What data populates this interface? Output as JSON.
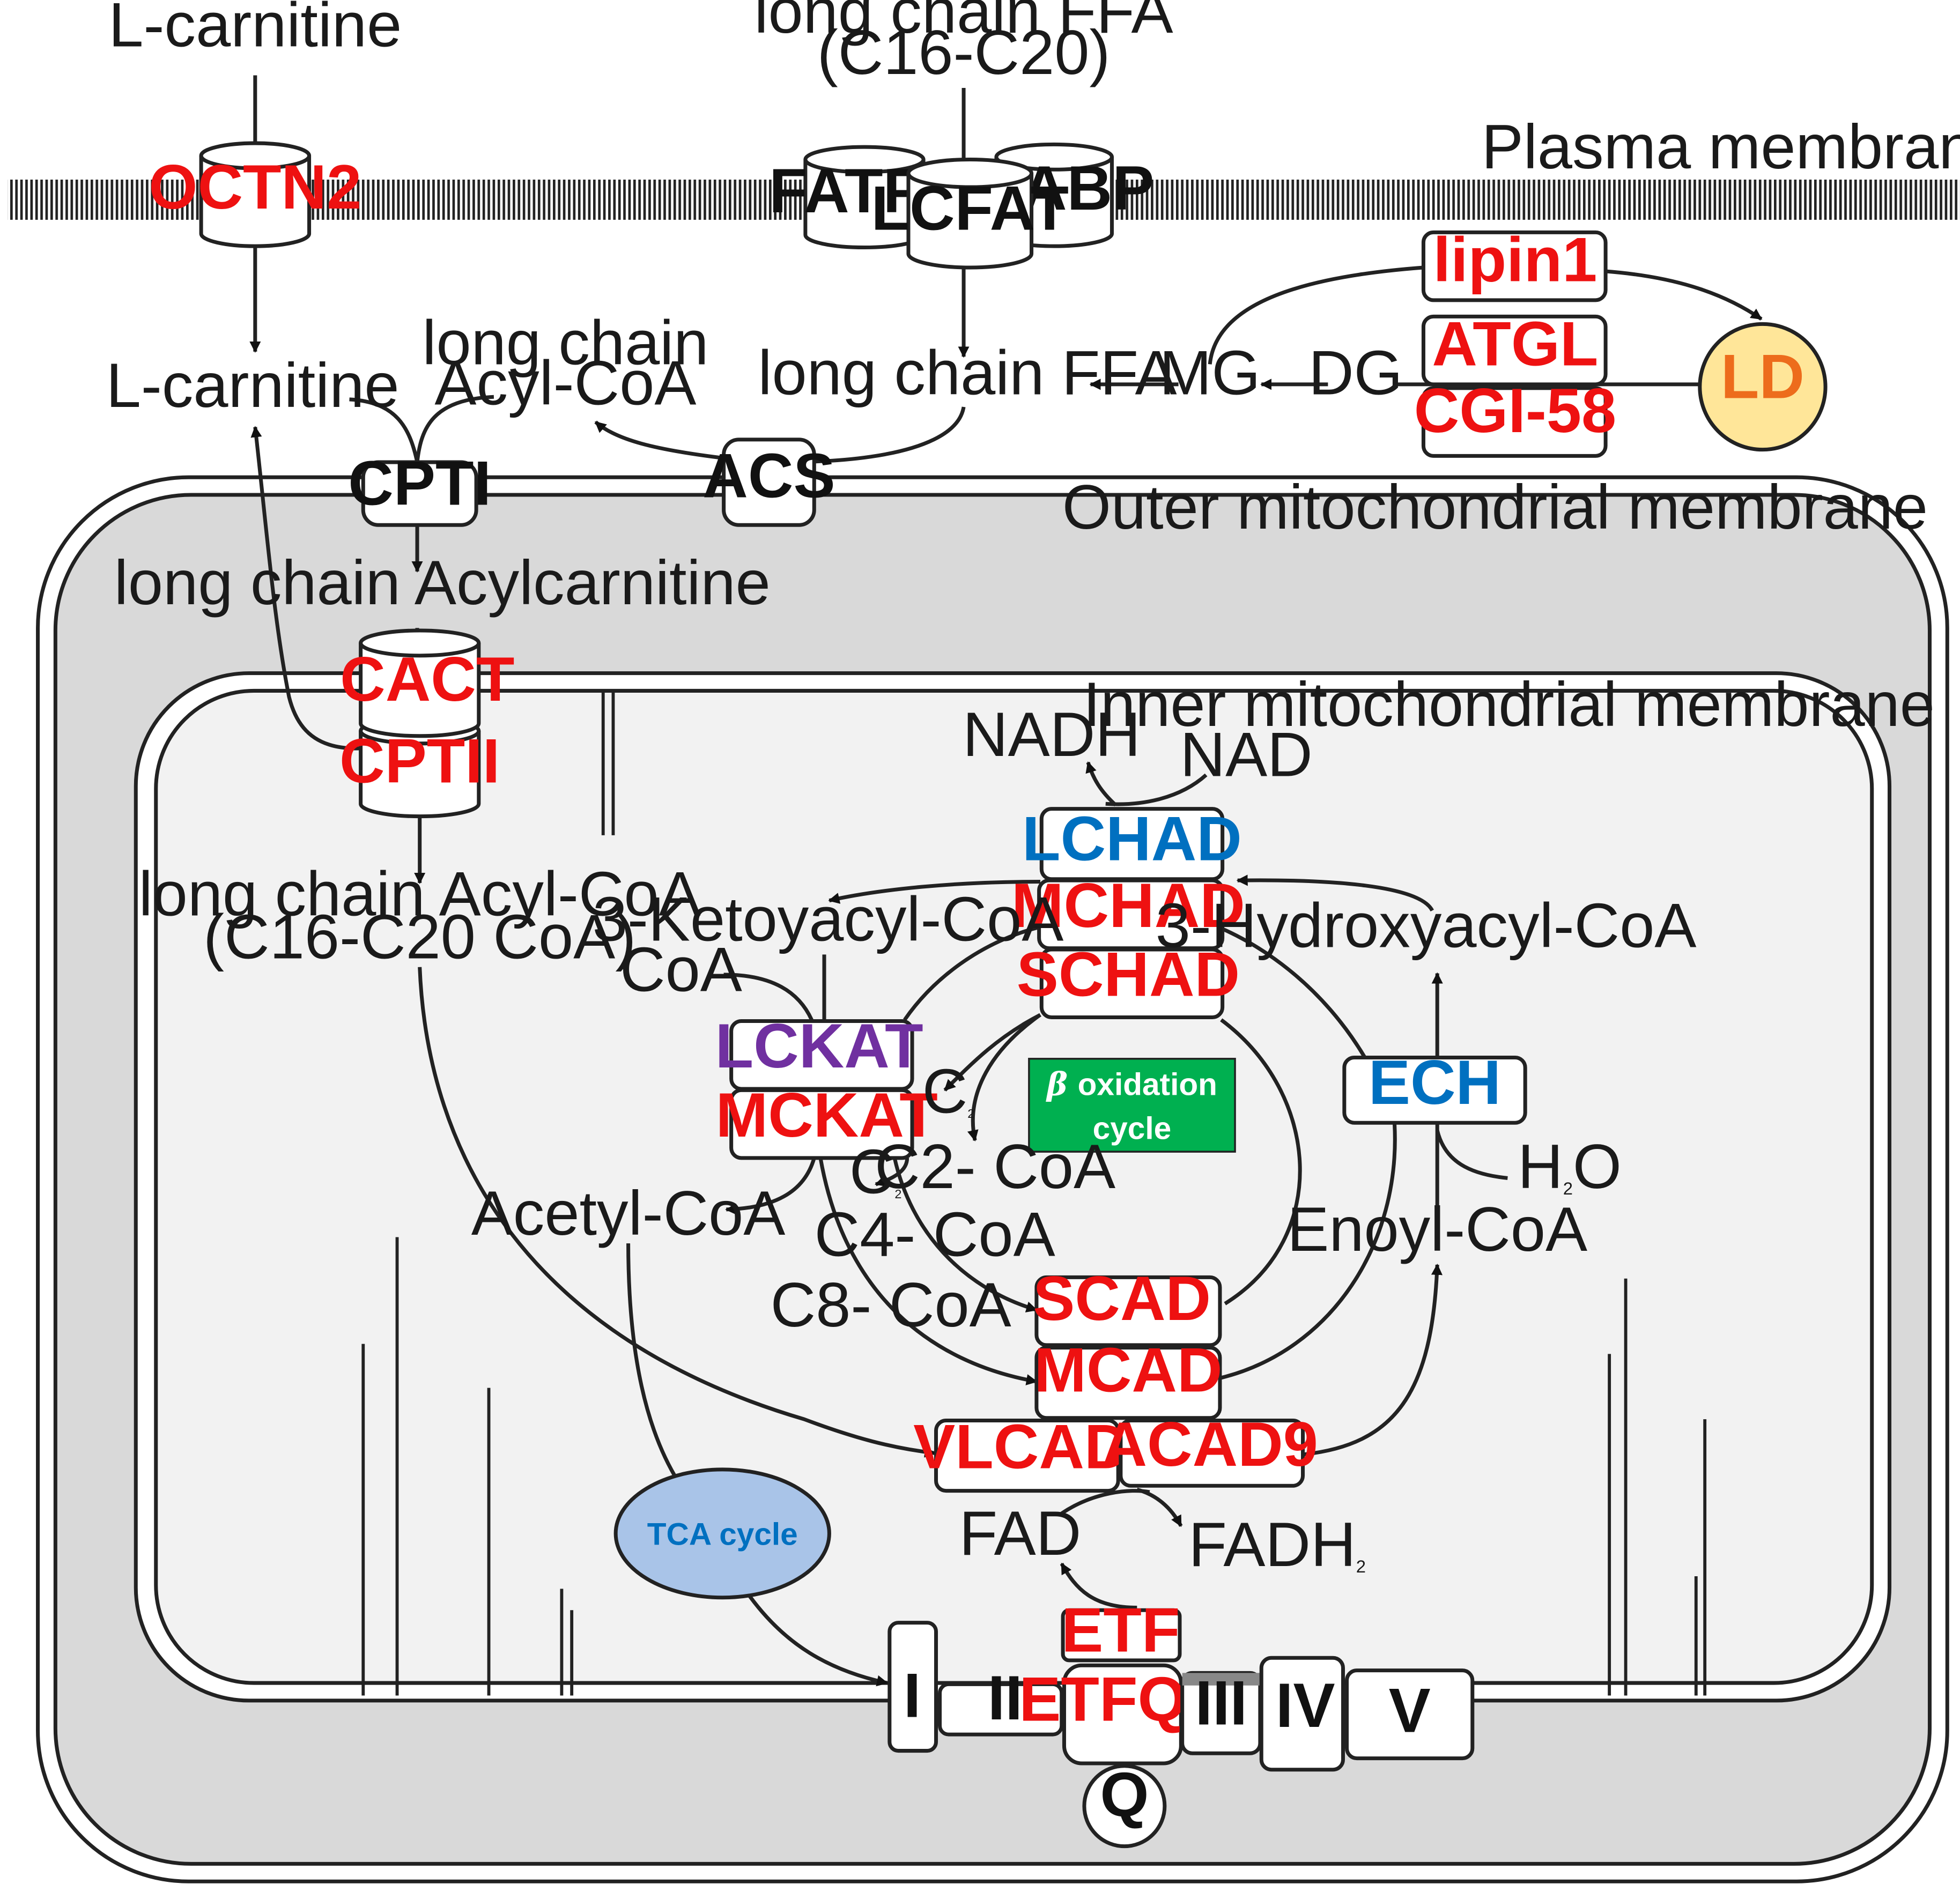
{
  "labels": {
    "l_carnitine_top": "L-carnitine",
    "l_carnitine_mid": "L-carnitine",
    "ffa_top_1": "long chain FFA",
    "ffa_top_2": "(C16-C20)",
    "plasma_membrane": "Plasma membrane",
    "outer_membrane": "Outer mitochondrial membrane",
    "inner_membrane": "Inner mitochondrial membrane",
    "acylcoa_1": "long chain",
    "acylcoa_2": "Acyl-CoA",
    "ffa_mid": "long chain FFA",
    "mg": "MG",
    "dg": "DG",
    "acylcarnitine": "long chain Acylcarnitine",
    "acylcoa_in_1": "long chain Acyl-CoA",
    "acylcoa_in_2": "(C16-C20 CoA)",
    "nadh": "NADH",
    "nad": "NAD",
    "ketoacyl": "3-Ketoyacyl-CoA",
    "hydroxyacyl": "3-Hydroxyacyl-CoA",
    "coa": "CoA",
    "c2_a": "C",
    "c2_b": "C",
    "c2_sub": "2",
    "c2coa": "C2- CoA",
    "acetylcoa": "Acetyl-CoA",
    "c4coa": "C4- CoA",
    "c8coa": "C8- CoA",
    "enoyl": "Enoyl-CoA",
    "h2o_h": "H",
    "h2o_sub": "2",
    "h2o_o": "O",
    "fad": "FAD",
    "fadh": "FADH",
    "fadh_sub": "2",
    "beta_symbol": "β",
    "beta_1": "oxidation",
    "beta_2": "cycle",
    "tca": "TCA cycle"
  },
  "enzymes": {
    "octn2": "OCTN2",
    "fatp1": "FATP1",
    "lcfat": "LCFAT",
    "fabp": "FABP",
    "lipin1": "lipin1",
    "atgl": "ATGL",
    "cgi58": "CGI-58",
    "ld": "LD",
    "cpt1": "CPTI",
    "acs": "ACS",
    "cact": "CACT",
    "cpt2": "CPTII",
    "lchad": "LCHAD",
    "mchad": "MCHAD",
    "schad": "SCHAD",
    "lckat": "LCKAT",
    "mckat": "MCKAT",
    "ech": "ECH",
    "scad": "SCAD",
    "mcad": "MCAD",
    "vlcad": "VLCAD",
    "acad9": "ACAD9",
    "etf": "ETF",
    "etfqo": "ETFQo",
    "complex_1": "I",
    "complex_2": "II",
    "complex_3": "III",
    "complex_4": "IV",
    "complex_5": "V",
    "q": "Q"
  },
  "colors": {
    "deficiency_enzyme": "#ee1111",
    "blue_enzyme": "#0070c0",
    "purple_enzyme": "#7030a0",
    "ld_text": "#ed6c1c",
    "ld_fill": "#ffe699",
    "beta_box": "#00b050",
    "tca_fill": "#a9c4e8",
    "outer_mito_fill": "#d9d9d9",
    "matrix_fill": "#f2f2f2"
  }
}
